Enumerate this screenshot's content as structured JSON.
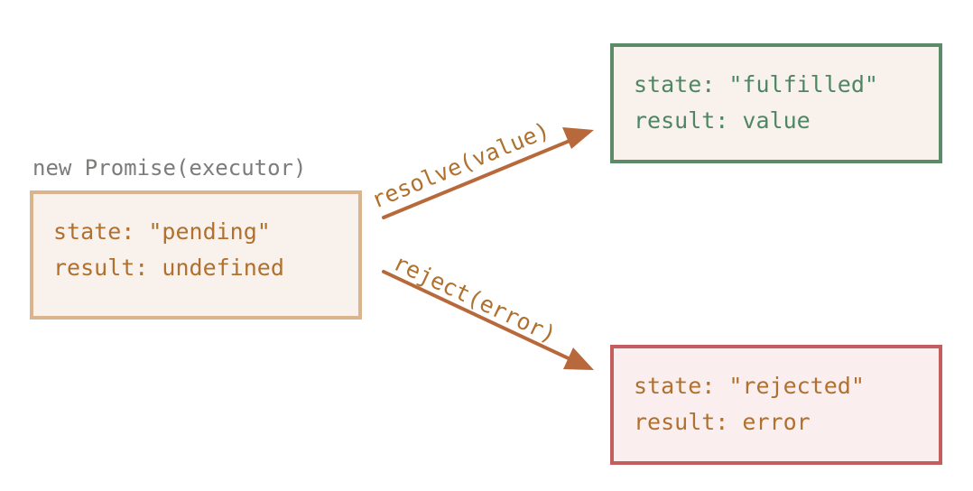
{
  "caption": "new Promise(executor)",
  "pending": {
    "state_line": "state: \"pending\"",
    "result_line": "result: undefined"
  },
  "fulfilled": {
    "state_line": "state: \"fulfilled\"",
    "result_line": "result: value"
  },
  "rejected": {
    "state_line": "state: \"rejected\"",
    "result_line": "result: error"
  },
  "arrows": {
    "resolve_label": "resolve(value)",
    "reject_label": "reject(error)"
  },
  "colors": {
    "arrow": "#b8693b",
    "pending_border": "#dab48d",
    "fulfilled_border": "#5c8b68",
    "rejected_border": "#c45d5d",
    "box_fill": "#f9f1ec",
    "rejected_fill": "#fbeeee",
    "orange_text": "#b0702e",
    "green_text": "#4e8664",
    "caption_text": "#7e7c7a"
  }
}
